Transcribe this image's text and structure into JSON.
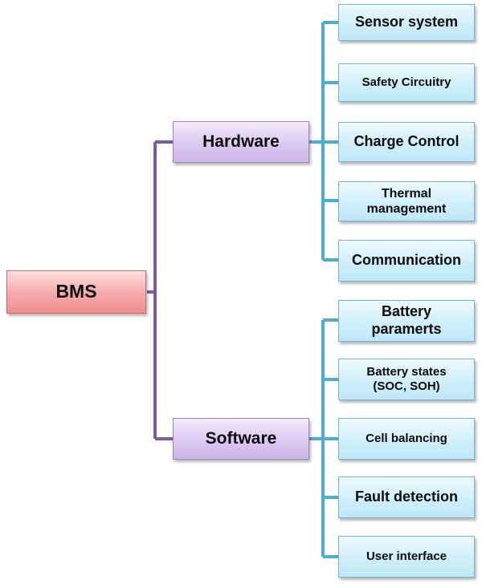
{
  "root": {
    "label": "BMS"
  },
  "branches": [
    {
      "label": "Hardware"
    },
    {
      "label": "Software"
    }
  ],
  "hardware_items": [
    {
      "label": "Sensor system"
    },
    {
      "label": "Safety Circuitry"
    },
    {
      "label": "Charge Control"
    },
    {
      "label": "Thermal\nmanagement"
    },
    {
      "label": "Communication"
    }
  ],
  "software_items": [
    {
      "label": "Battery\nparamerts"
    },
    {
      "label": "Battery states\n(SOC, SOH)"
    },
    {
      "label": "Cell balancing"
    },
    {
      "label": "Fault detection"
    },
    {
      "label": "User interface"
    }
  ],
  "colors": {
    "root_fill": "#f6a8a8",
    "branch_fill": "#d9c6ef",
    "leaf_fill": "#cdeefa",
    "branch_connector": "#7b5aa6",
    "leaf_connector": "#4aaed0"
  }
}
